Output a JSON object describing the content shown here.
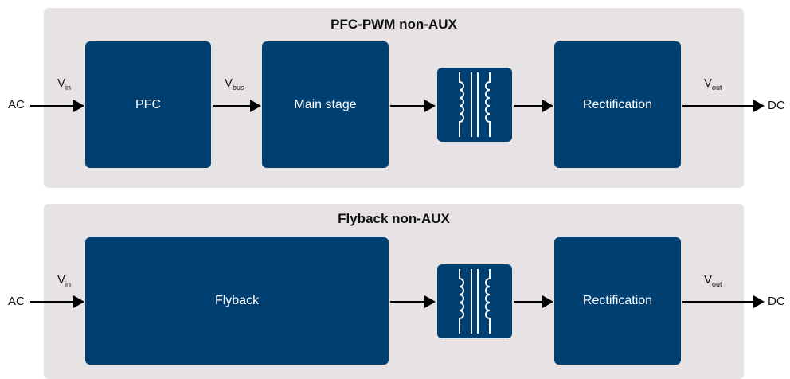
{
  "panels": [
    {
      "title": "PFC-PWM non-AUX",
      "input_label": "AC",
      "output_label": "DC",
      "blocks": [
        "PFC",
        "Main stage",
        "Rectification"
      ],
      "signals": {
        "vin": {
          "base": "V",
          "sub": "in"
        },
        "vbus": {
          "base": "V",
          "sub": "bus"
        },
        "vout": {
          "base": "V",
          "sub": "out"
        }
      }
    },
    {
      "title": "Flyback non-AUX",
      "input_label": "AC",
      "output_label": "DC",
      "blocks": [
        "Flyback",
        "Rectification"
      ],
      "signals": {
        "vin": {
          "base": "V",
          "sub": "in"
        },
        "vout": {
          "base": "V",
          "sub": "out"
        }
      }
    }
  ],
  "colors": {
    "block_fill": "#003f72",
    "panel_fill": "#e7e3e4",
    "arrow": "#000000",
    "block_text": "#ffffff"
  },
  "icons": [
    "transformer-icon",
    "arrow-right-icon"
  ]
}
